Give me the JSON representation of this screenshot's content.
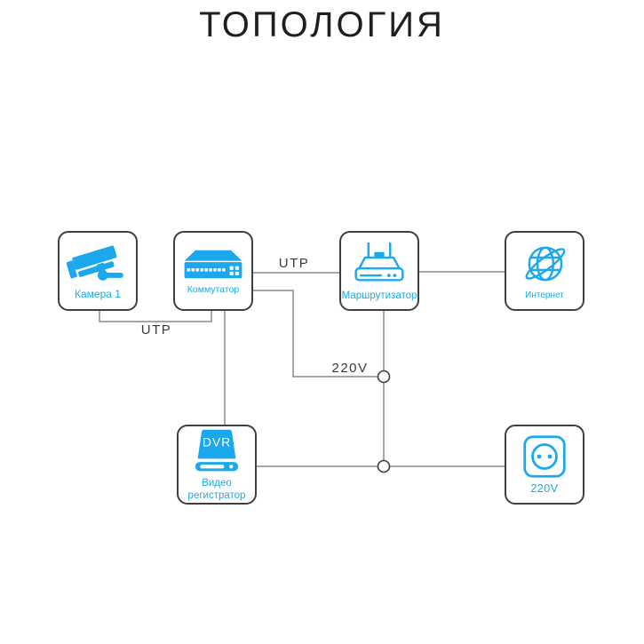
{
  "title": "ТОПОЛОГИЯ",
  "colors": {
    "accent": "#1BA8EC",
    "box_border": "#3F3F3F",
    "wire": "#8A8A8A",
    "edge_label": "#3A3A3A",
    "background": "#FFFFFF"
  },
  "nodes": {
    "camera": {
      "label": "Камера 1",
      "icon": "cctv-camera-icon"
    },
    "switch": {
      "label": "Коммутатор",
      "icon": "network-switch-icon"
    },
    "router": {
      "label": "Маршрутизатор",
      "icon": "wifi-router-icon"
    },
    "internet": {
      "label": "Интернет",
      "icon": "internet-globe-icon"
    },
    "dvr": {
      "label_line1": "Видео",
      "label_line2": "регистратор",
      "device_text": "DVR",
      "icon": "dvr-icon"
    },
    "outlet": {
      "label": "220V",
      "icon": "power-socket-icon"
    }
  },
  "edges": {
    "camera_switch_label": "UTP",
    "switch_router_label": "UTP",
    "power_label": "220V"
  }
}
